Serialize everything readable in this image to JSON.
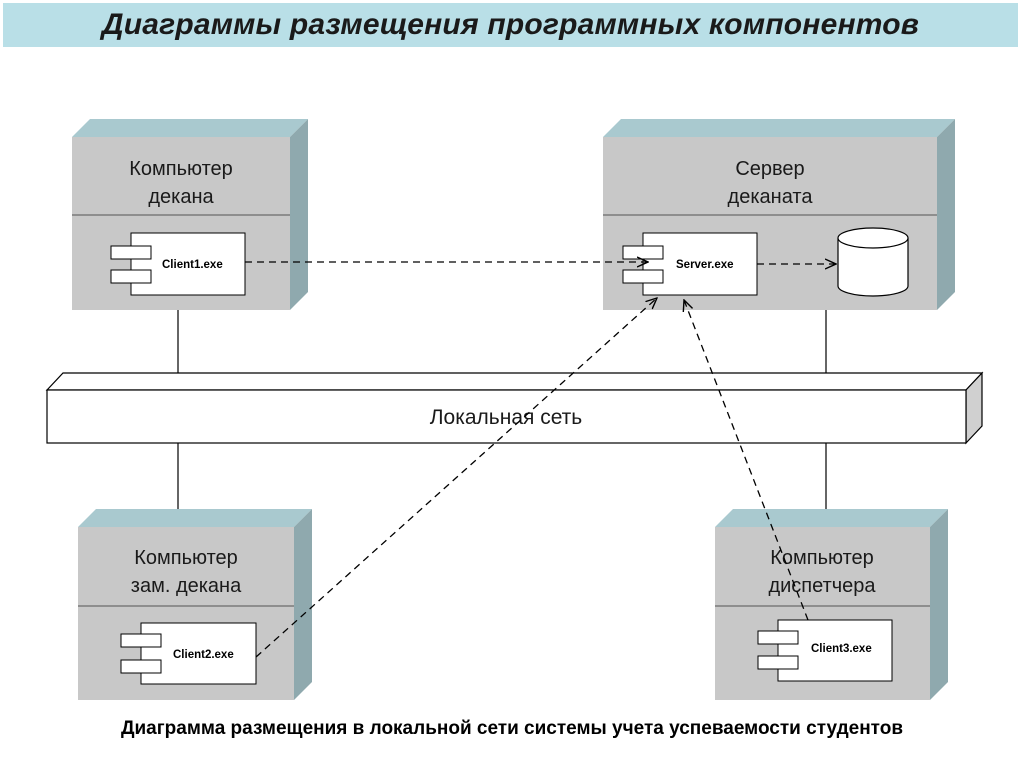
{
  "title": "Диаграммы размещения программных компонентов",
  "caption": "Диаграмма размещения в локальной сети системы учета успеваемости студентов",
  "network": {
    "label": "Локальная сеть"
  },
  "nodes": {
    "dean_pc": {
      "line1": "Компьютер",
      "line2": "декана",
      "component": "Client1.exe"
    },
    "server": {
      "line1": "Сервер",
      "line2": "деканата",
      "component": "Server.exe"
    },
    "deputy_pc": {
      "line1": "Компьютер",
      "line2": "зам. декана",
      "component": "Client2.exe"
    },
    "dispatcher_pc": {
      "line1": "Компьютер",
      "line2": "диспетчера",
      "component": "Client3.exe"
    }
  },
  "colors": {
    "title_bg": "#b9dfe7",
    "node_front": "#c8c8c8",
    "node_top": "#a9c9cf",
    "node_side": "#8fa9ae",
    "line": "#000000"
  }
}
